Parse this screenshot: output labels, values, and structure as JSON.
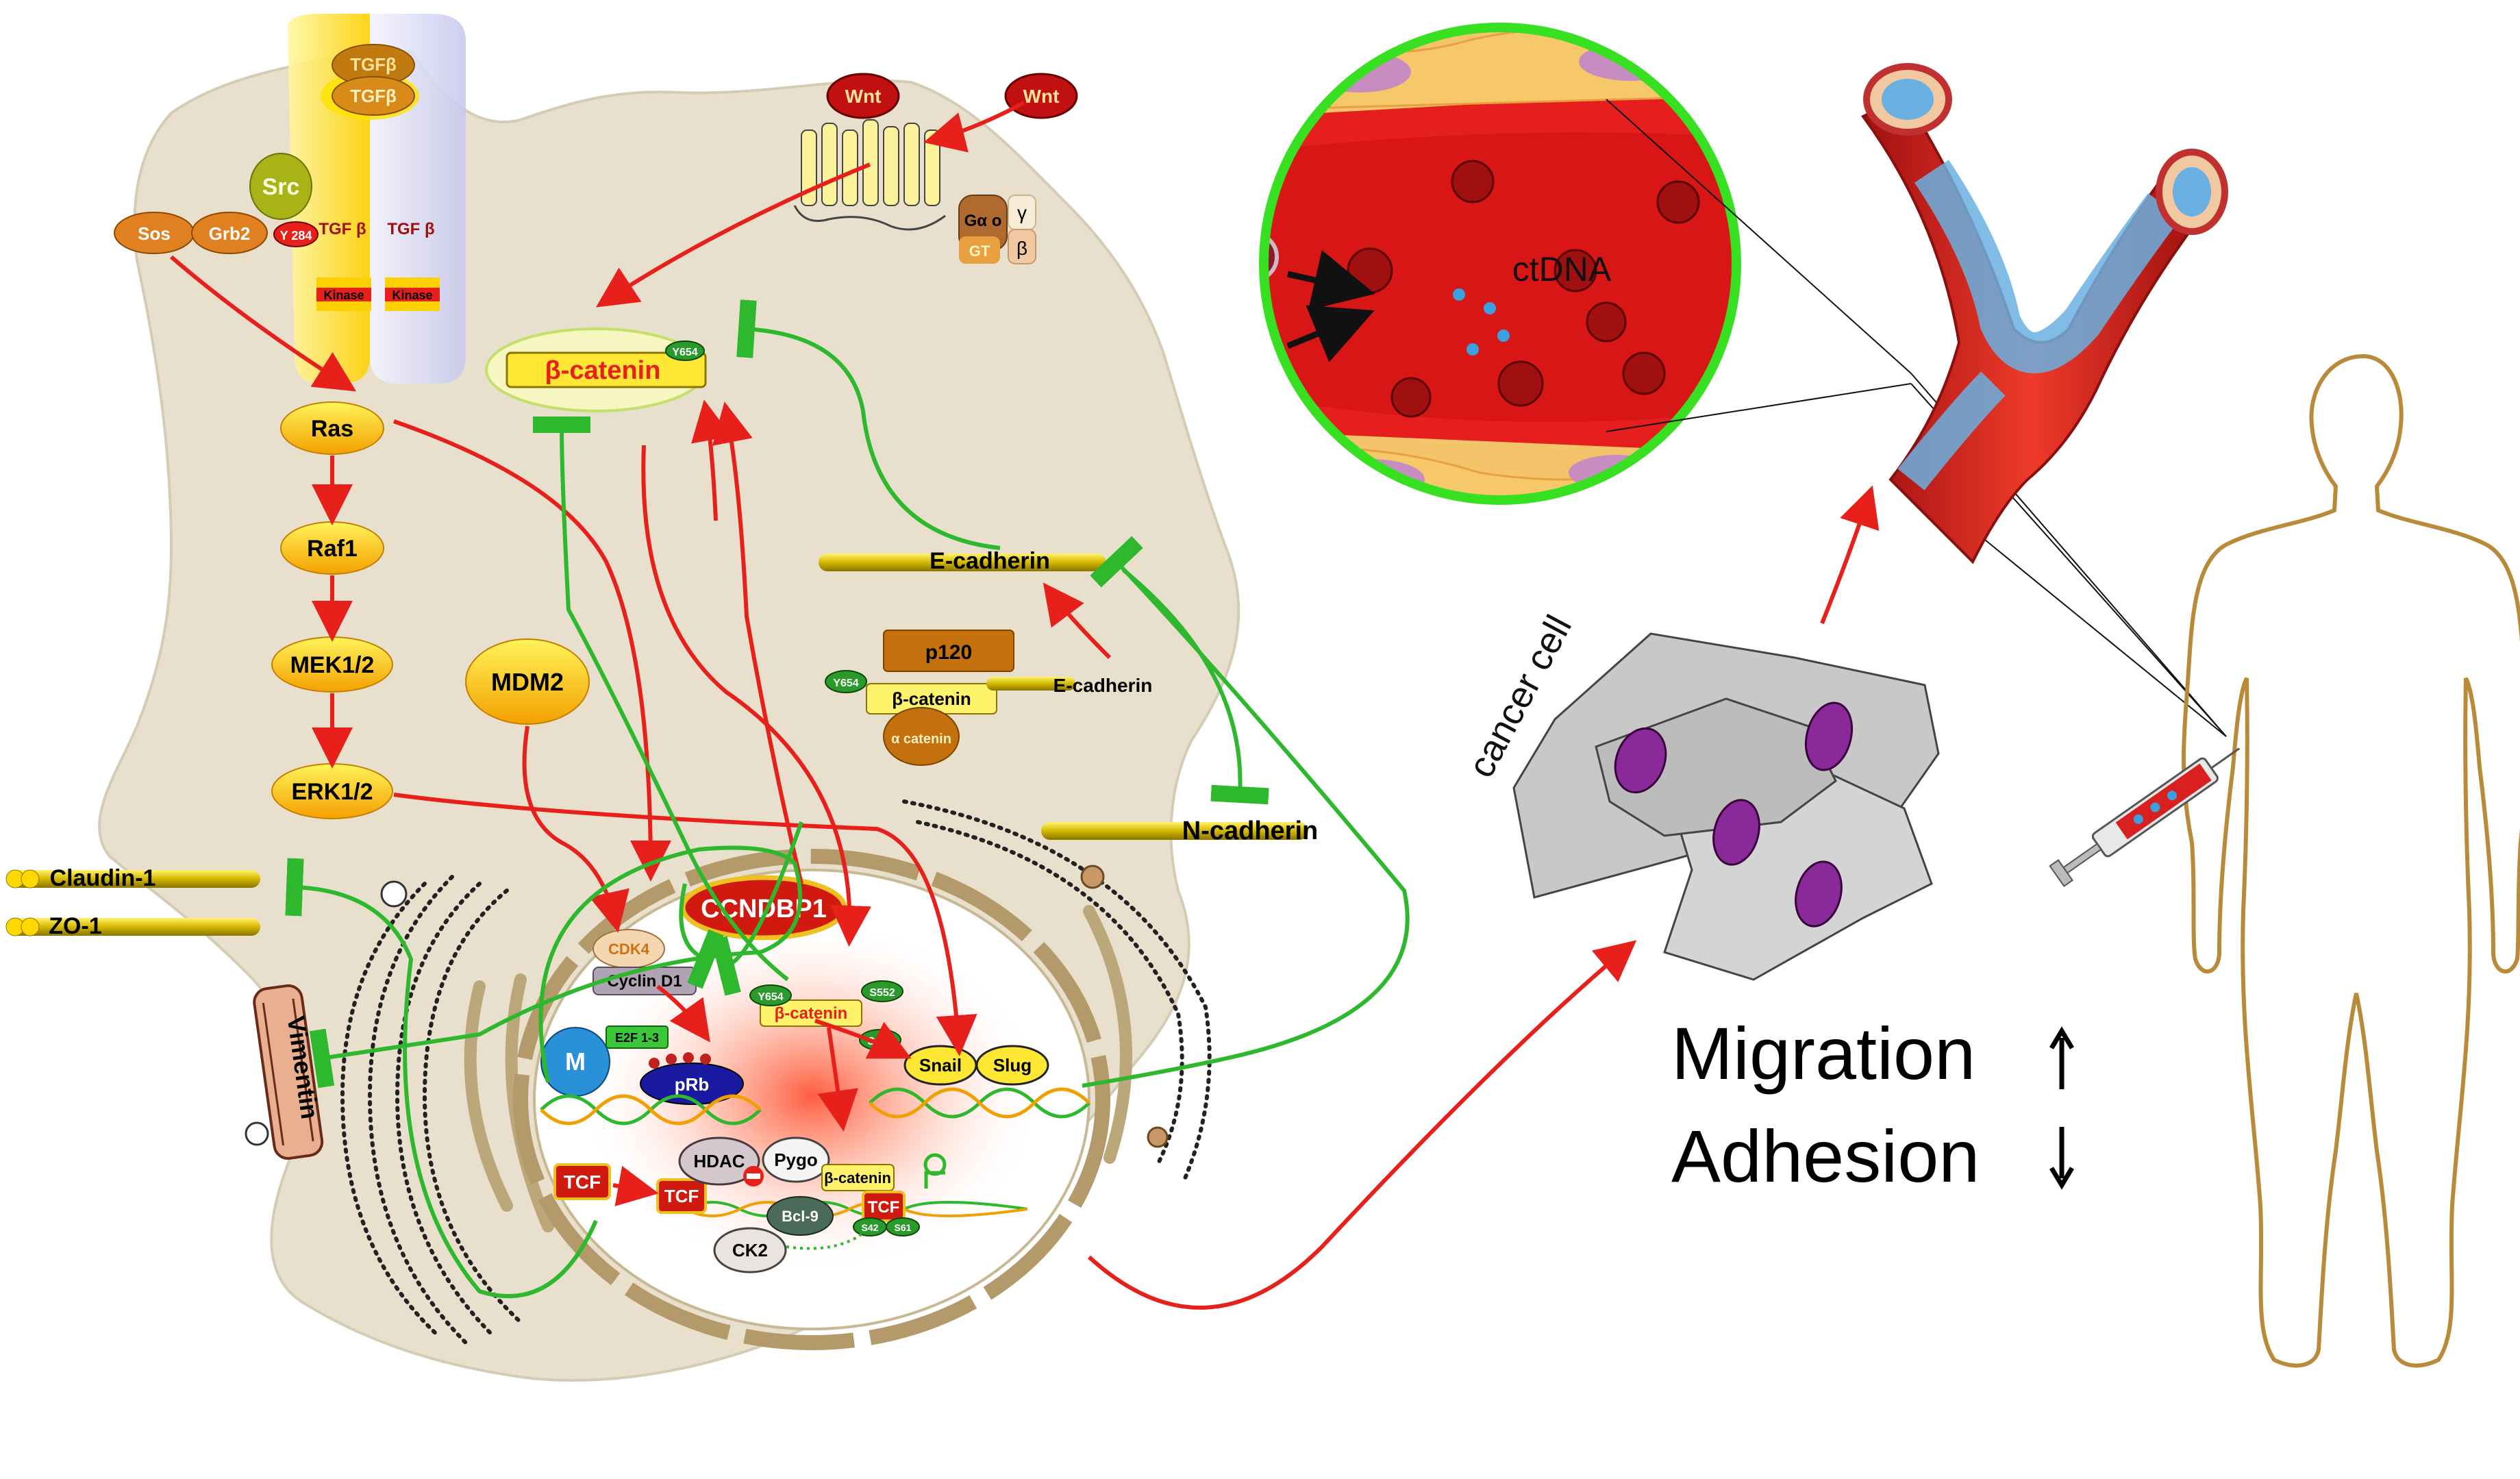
{
  "labels": {
    "tgfb_top": "TGFβ",
    "tgfb_mid": "TGFβ",
    "tgfbr1": "TGF β",
    "tgfbr2": "TGF β",
    "kinase": "Kinase",
    "src": "Src",
    "sos": "Sos",
    "grb2": "Grb2",
    "y284": "Y 284",
    "wnt": "Wnt",
    "g_alpha": "Gα o",
    "gt": "GT",
    "gamma": "γ",
    "beta": "β",
    "beta_catenin_main": "β-catenin",
    "y654": "Y654",
    "ras": "Ras",
    "raf1": "Raf1",
    "mek": "MEK1/2",
    "erk": "ERK1/2",
    "mdm2": "MDM2",
    "e_cadherin_top": "E-cadherin",
    "p120": "p120",
    "beta_catenin_complex": "β-catenin",
    "alpha_catenin": "α catenin",
    "e_cadherin_complex": "E-cadherin",
    "n_cadherin": "N-cadherin",
    "claudin": "Claudin-1",
    "zo1": "ZO-1",
    "vimentin": "Vimentin",
    "ccndbp1": "CCNDBP1",
    "cdk4": "CDK4",
    "cyclin_d1": "Cyclin D1",
    "m": "M",
    "e2f": "E2F 1-3",
    "prb": "pRb",
    "y654_nuc": "Y654",
    "s552": "S552",
    "s675": "S675",
    "beta_catenin_nuc": "β-catenin",
    "snail": "Snail",
    "slug": "Slug",
    "tcf_left": "TCF",
    "tcf_mid": "TCF",
    "hdac": "HDAC",
    "pygo": "Pygo",
    "beta_catenin_tcf": "β-catenin",
    "bcl9": "Bcl-9",
    "tcf_right": "TCF",
    "ck2": "CK2",
    "s42": "S42",
    "s61": "S61",
    "ctdna": "ctDNA",
    "cancer_cell": "cancer cell",
    "migration": "Migration",
    "adhesion": "Adhesion"
  },
  "colors": {
    "activation": "#e8201c",
    "inhibition": "#2db82d",
    "cell_body": "#e8e0cc",
    "vessel": "#d42424",
    "zoom_ring": "#37e021"
  }
}
